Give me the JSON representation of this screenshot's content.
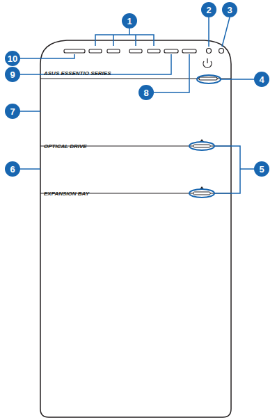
{
  "diagram": {
    "nodes": [
      {
        "text": [
          "1"
        ]
      },
      {
        "text": [
          "2"
        ]
      },
      {
        "text": [
          "3"
        ]
      },
      {
        "text": [
          "4"
        ]
      },
      {
        "text": [
          "5"
        ]
      },
      {
        "text": [
          "6"
        ]
      },
      {
        "text": [
          "7"
        ]
      },
      {
        "text": [
          "8"
        ]
      },
      {
        "text": [
          "9"
        ]
      },
      {
        "text": [
          "10"
        ]
      }
    ],
    "labels": [
      "ASUS ESSENTIO SERIES",
      "OPTICAL DRIVE",
      "EXPANSION BAY"
    ]
  }
}
